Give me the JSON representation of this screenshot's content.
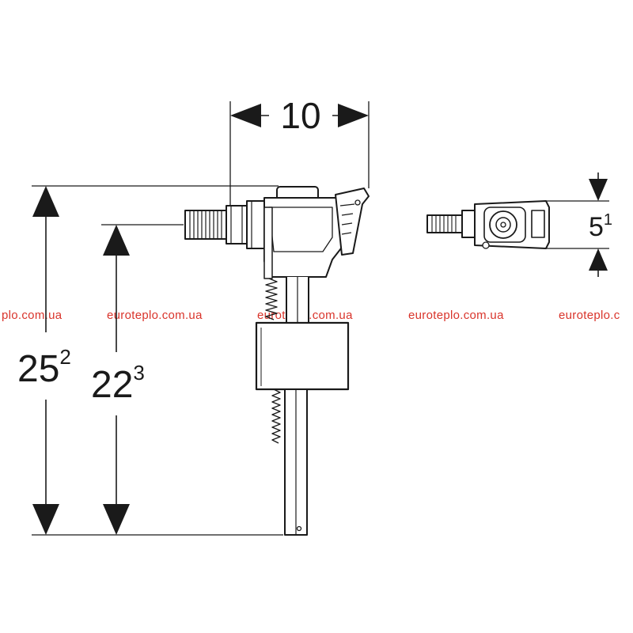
{
  "dimensions": {
    "width": {
      "main": "10"
    },
    "depth": {
      "main": "5",
      "sup": "1"
    },
    "total_height": {
      "main": "25",
      "sup": "2"
    },
    "inlet_height": {
      "main": "22",
      "sup": "3"
    }
  },
  "watermark": {
    "text_1": "plo.com.ua",
    "text_2": "euroteplo.com.ua",
    "text_3": "euroteplo.com.ua",
    "text_4": "euroteplo.com.ua",
    "text_5": "euroteplo.c"
  },
  "colors": {
    "line": "#1a1a1a",
    "watermark": "#d9342b",
    "background": "#ffffff"
  }
}
